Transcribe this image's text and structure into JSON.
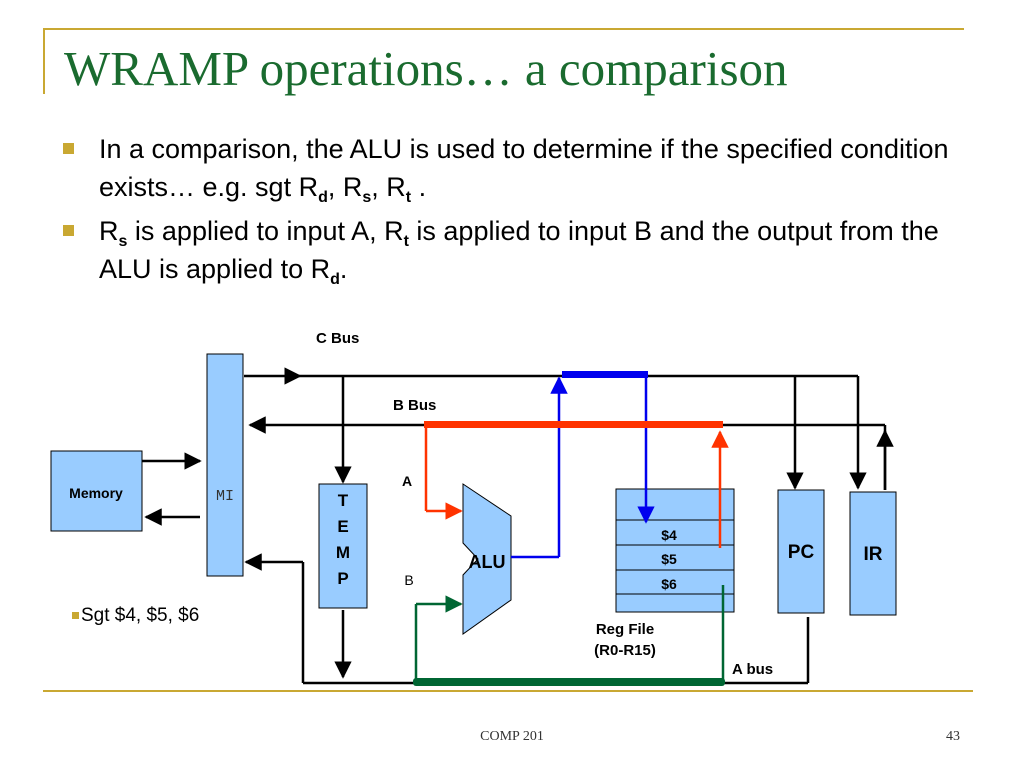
{
  "slide": {
    "title": "WRAMP operations… a comparison",
    "bullets": [
      {
        "parts": [
          {
            "text": "In a comparison, the ALU is used to determine if the specified condition exists… e.g. sgt R"
          },
          {
            "sub": "d"
          },
          {
            "text": ", R"
          },
          {
            "sub": "s"
          },
          {
            "text": ", R"
          },
          {
            "sub": "t"
          },
          {
            "text": " ."
          }
        ]
      },
      {
        "parts": [
          {
            "text": "R"
          },
          {
            "sub": "s"
          },
          {
            "text": " is applied to input A, R"
          },
          {
            "sub": "t"
          },
          {
            "text": " is applied to input B and the output from the ALU is applied to R"
          },
          {
            "sub": "d"
          },
          {
            "text": "."
          }
        ]
      }
    ]
  },
  "diagram": {
    "c_bus_label": "C Bus",
    "b_bus_label": "B Bus",
    "a_bus_label": "A bus",
    "memory_label": "Memory",
    "mi_label": "MI",
    "temp_letters": [
      "T",
      "E",
      "M",
      "P"
    ],
    "alu_label": "ALU",
    "input_a_label": "A",
    "input_b_label": "B",
    "reg_rows": [
      "$4",
      "$5",
      "$6"
    ],
    "reg_file_label_line1": "Reg File",
    "reg_file_label_line2": "(R0-R15)",
    "pc_label": "PC",
    "ir_label": "IR",
    "instruction_note": "Sgt $4, $5, $6",
    "colors": {
      "box_fill": "#99ccff",
      "c_path": "#0000ee",
      "b_path": "#ff3300",
      "a_path": "#006633"
    }
  },
  "footer": {
    "course": "COMP 201",
    "page_number": "43"
  }
}
